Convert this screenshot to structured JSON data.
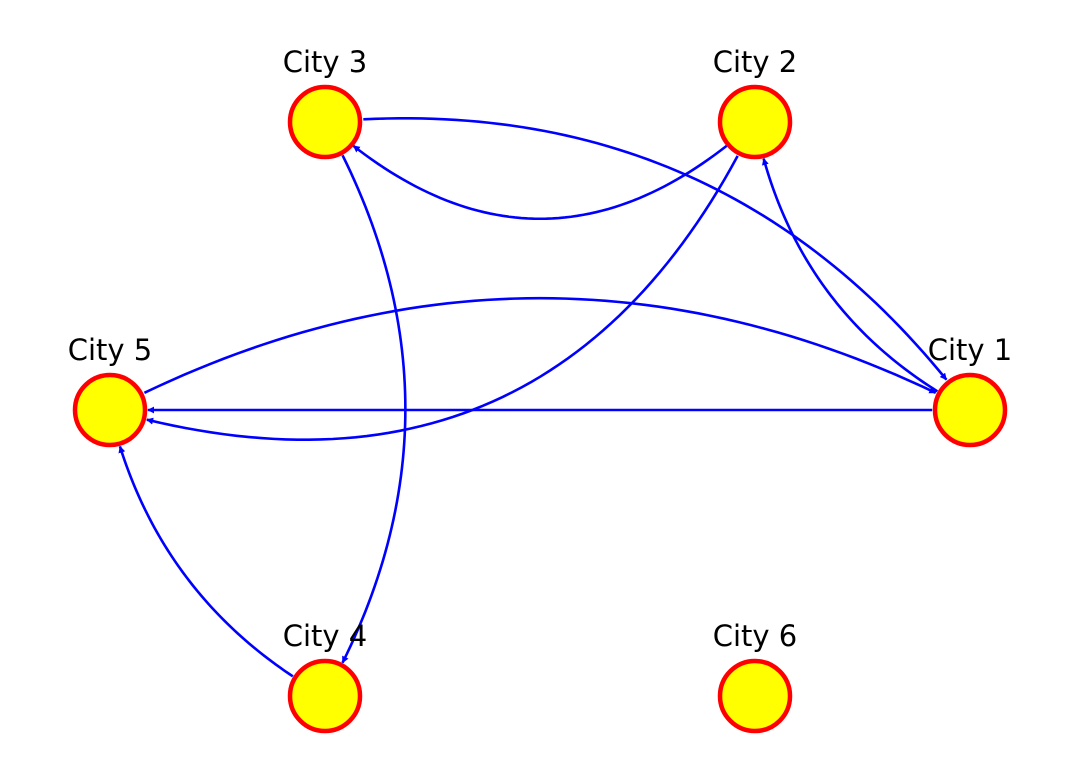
{
  "diagram": {
    "colors": {
      "node_fill": "#ffff00",
      "node_stroke": "#ff0000",
      "edge": "#0000ff",
      "label": "#000000",
      "background": "#ffffff"
    },
    "nodes": [
      {
        "id": "city1",
        "label": "City 1"
      },
      {
        "id": "city2",
        "label": "City 2"
      },
      {
        "id": "city3",
        "label": "City 3"
      },
      {
        "id": "city4",
        "label": "City 4"
      },
      {
        "id": "city5",
        "label": "City 5"
      },
      {
        "id": "city6",
        "label": "City 6"
      }
    ],
    "edges": [
      {
        "from": "city1",
        "to": "city2"
      },
      {
        "from": "city2",
        "to": "city3"
      },
      {
        "from": "city2",
        "to": "city5"
      },
      {
        "from": "city3",
        "to": "city1"
      },
      {
        "from": "city3",
        "to": "city4"
      },
      {
        "from": "city4",
        "to": "city5"
      },
      {
        "from": "city5",
        "to": "city1"
      },
      {
        "from": "city1",
        "to": "city5"
      }
    ]
  }
}
